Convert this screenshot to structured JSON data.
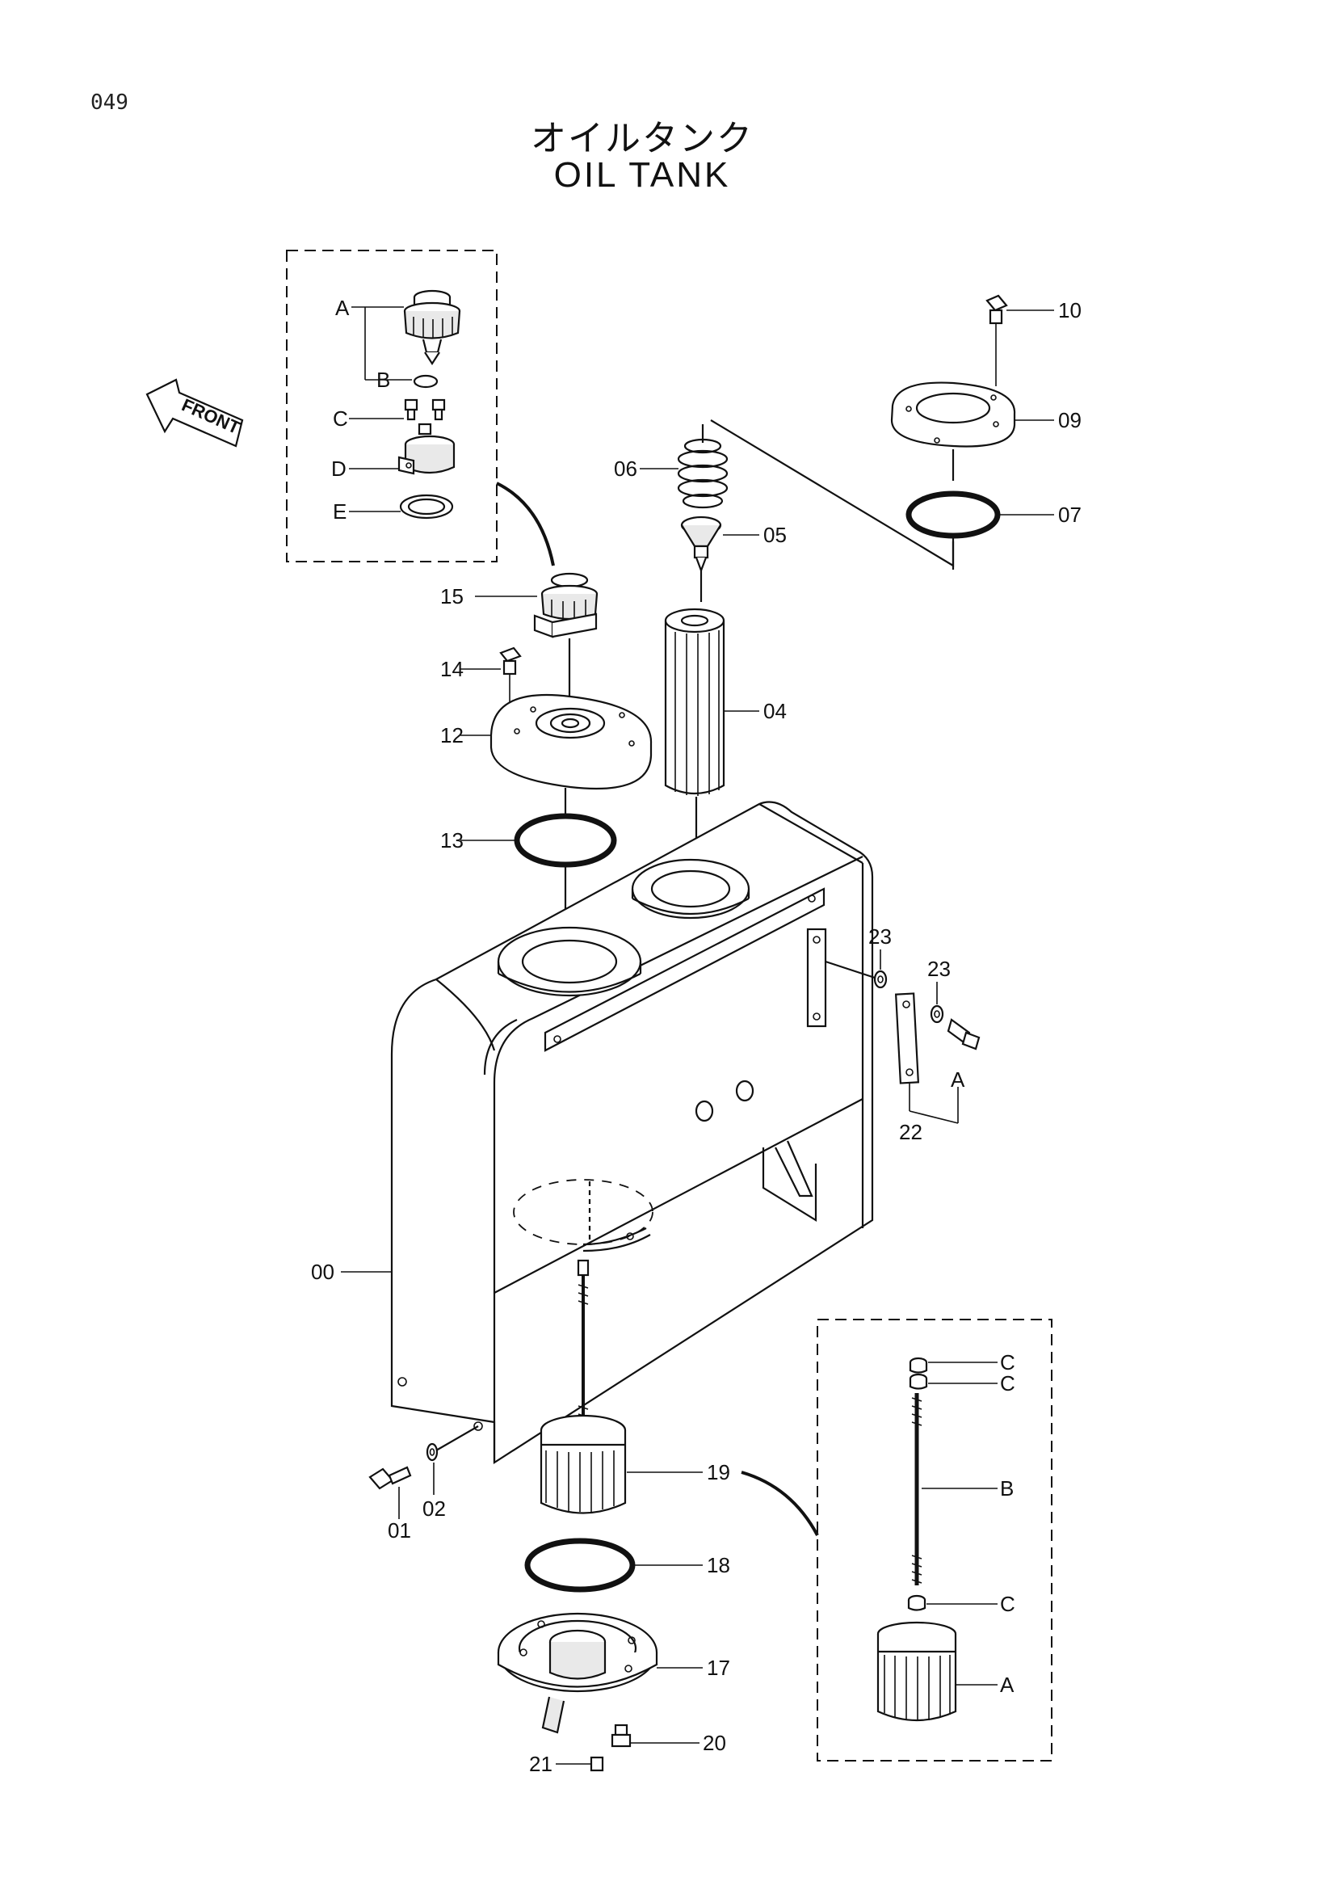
{
  "page_number": "049",
  "title_jp": "オイルタンク",
  "title_en": "OIL  TANK",
  "front_arrow_label": "FRONT",
  "callouts": {
    "c00": "00",
    "c01": "01",
    "c02": "02",
    "c04": "04",
    "c05": "05",
    "c06": "06",
    "c07": "07",
    "c09": "09",
    "c10": "10",
    "c12": "12",
    "c13": "13",
    "c14": "14",
    "c15": "15",
    "c17": "17",
    "c18": "18",
    "c19": "19",
    "c20": "20",
    "c21": "21",
    "c22": "22",
    "c23a": "23",
    "c23b": "23",
    "cA_bracket": "A"
  },
  "inset_cap": {
    "A": "A",
    "B": "B",
    "C": "C",
    "D": "D",
    "E": "E"
  },
  "inset_filter": {
    "C1": "C",
    "C2": "C",
    "B": "B",
    "C3": "C",
    "A": "A"
  }
}
